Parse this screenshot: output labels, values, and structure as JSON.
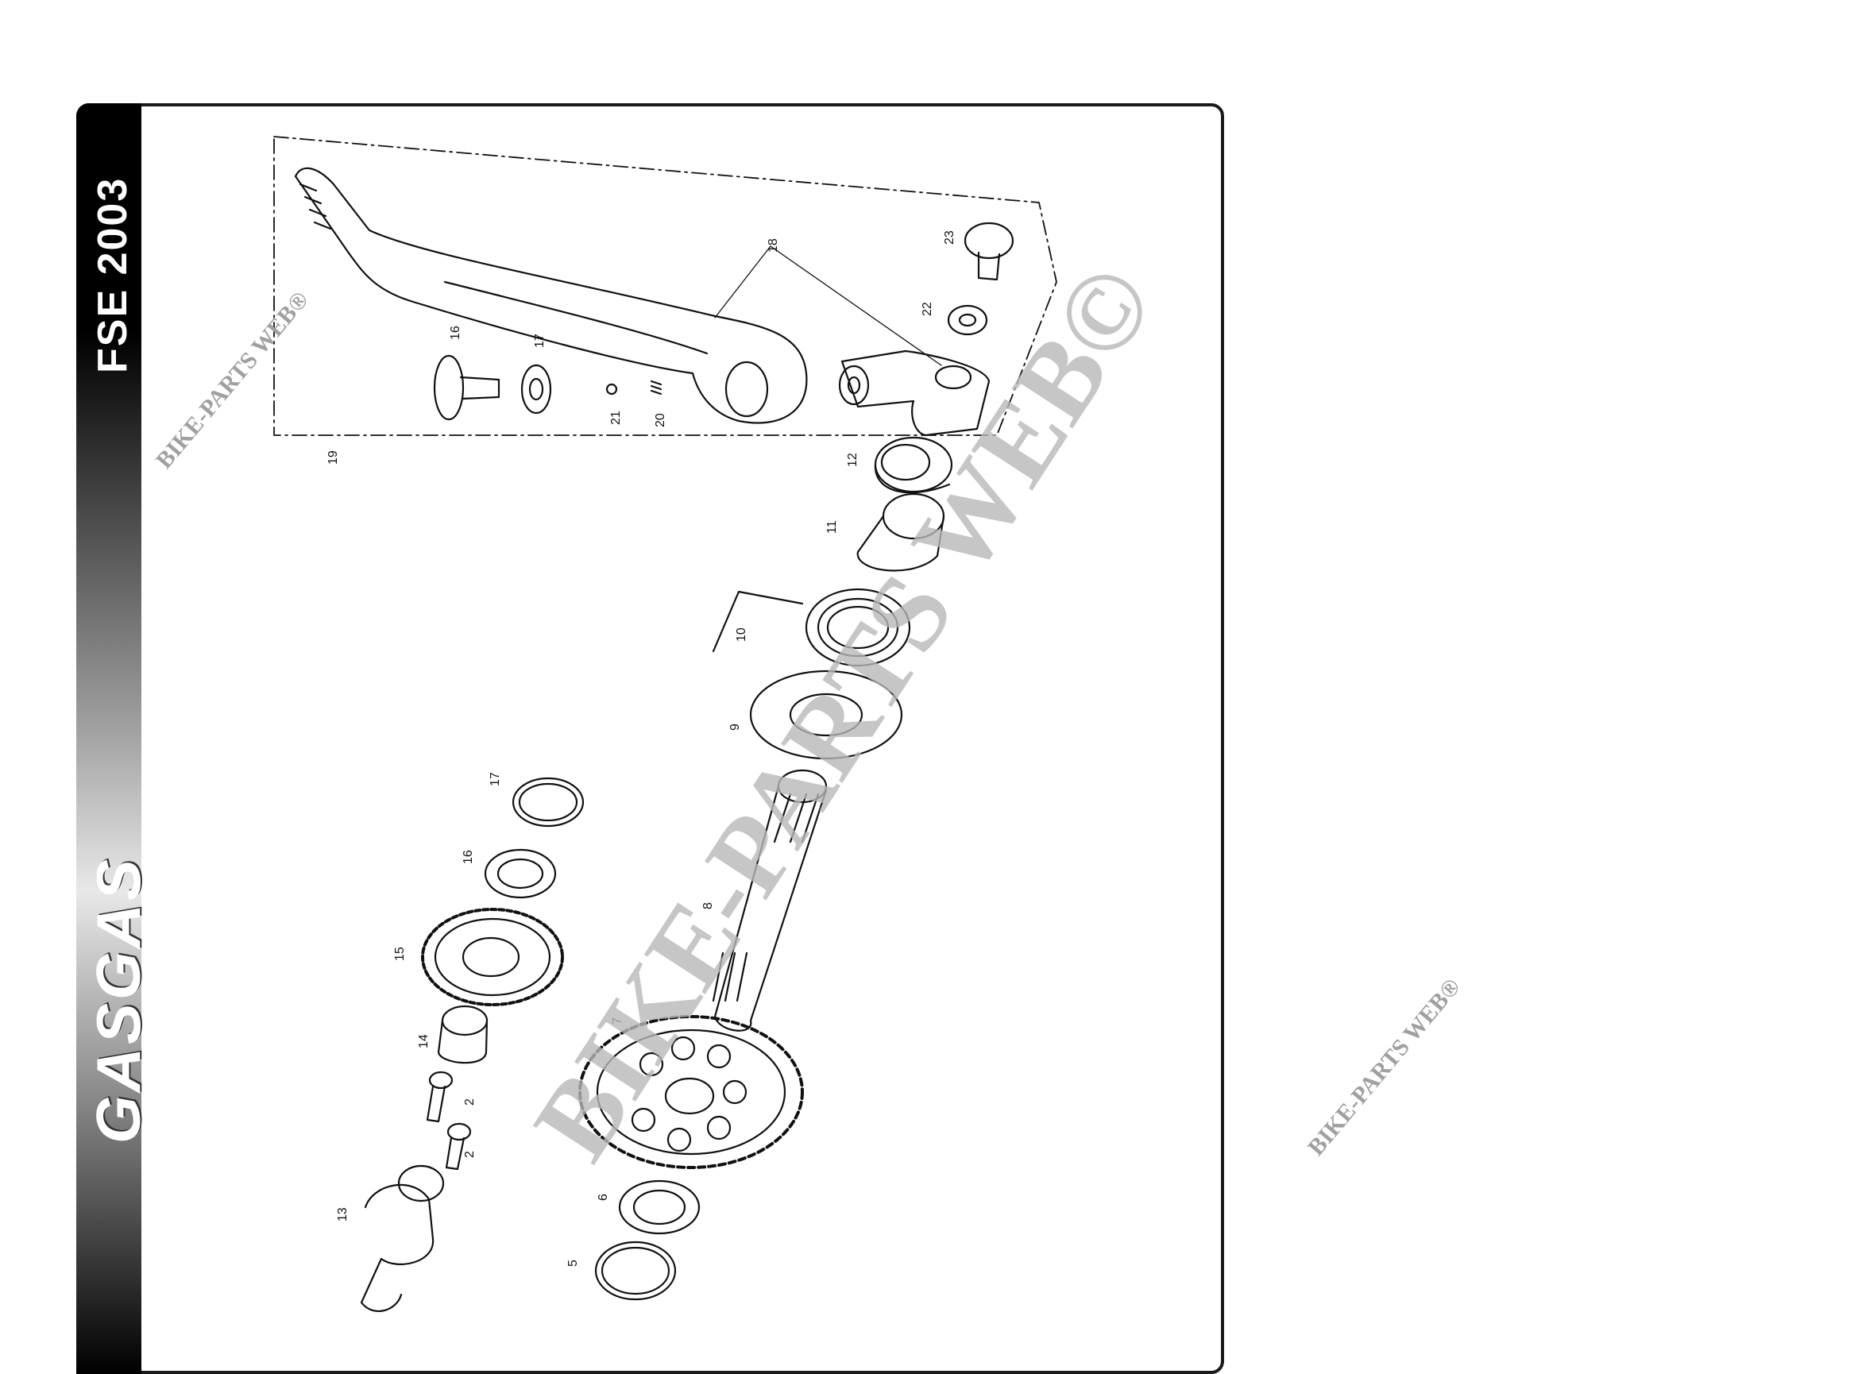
{
  "header": {
    "model_title": "FSE 2003",
    "brand_logo": "GASGAS"
  },
  "callouts": [
    "18",
    "23",
    "22",
    "16",
    "17",
    "21",
    "20",
    "19",
    "12",
    "11",
    "10",
    "9",
    "17",
    "16",
    "15",
    "8",
    "14",
    "2",
    "2",
    "7",
    "13",
    "6",
    "5"
  ],
  "watermarks": {
    "main": "BIKE-PARTS WEB©",
    "small_1": "BIKE-PARTS WEB®",
    "small_2": "BIKE-PARTS WEB®"
  }
}
